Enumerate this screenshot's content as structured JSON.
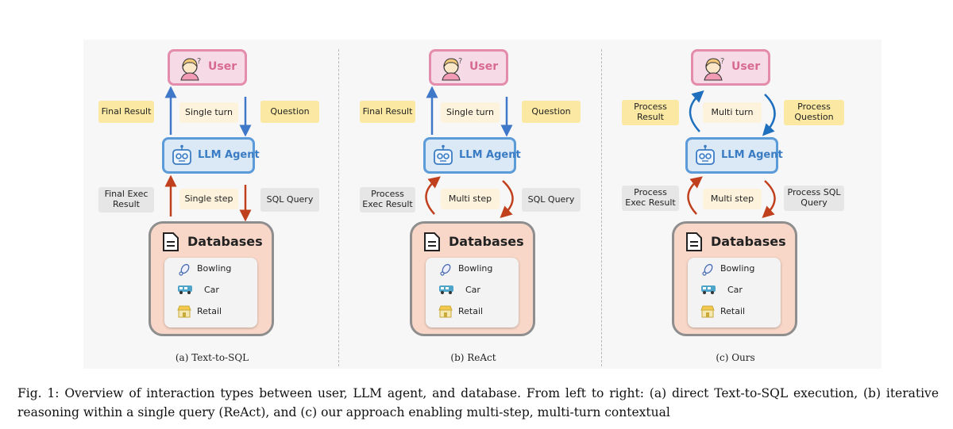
{
  "panels": [
    {
      "user_label": "User",
      "agent_label": "LLM Agent",
      "db_title": "Databases",
      "db_items": [
        "Bowling",
        "Car",
        "Retail"
      ],
      "top_left": "Final Result",
      "top_mid": "Single turn",
      "top_right": "Question",
      "bot_left": "Final Exec Result",
      "bot_mid": "Single step",
      "bot_right": "SQL Query",
      "sub_caption": "(a) Text-to-SQL"
    },
    {
      "user_label": "User",
      "agent_label": "LLM Agent",
      "db_title": "Databases",
      "db_items": [
        "Bowling",
        "Car",
        "Retail"
      ],
      "top_left": "Final Result",
      "top_mid": "Single turn",
      "top_right": "Question",
      "bot_left": "Process Exec Result",
      "bot_mid": "Multi step",
      "bot_right": "SQL Query",
      "sub_caption": "(b) ReAct"
    },
    {
      "user_label": "User",
      "agent_label": "LLM Agent",
      "db_title": "Databases",
      "db_items": [
        "Bowling",
        "Car",
        "Retail"
      ],
      "top_left": "Process Result",
      "top_mid": "Multi turn",
      "top_right": "Process Question",
      "bot_left": "Process Exec Result",
      "bot_mid": "Multi step",
      "bot_right": "Process SQL Query",
      "sub_caption": "(c) Ours"
    }
  ],
  "caption": "Fig. 1: Overview of interaction types between user, LLM agent, and database. From left to right: (a) direct Text-to-SQL execution, (b) iterative reasoning within a single query (ReAct), and (c) our approach enabling multi-step, multi-turn contextual",
  "colors": {
    "user_border": "#e38cab",
    "agent_border": "#5b9bd8",
    "db_fill": "#f8d7c8",
    "arrow_blue": "#3f78c8",
    "arrow_red": "#c0401e"
  }
}
